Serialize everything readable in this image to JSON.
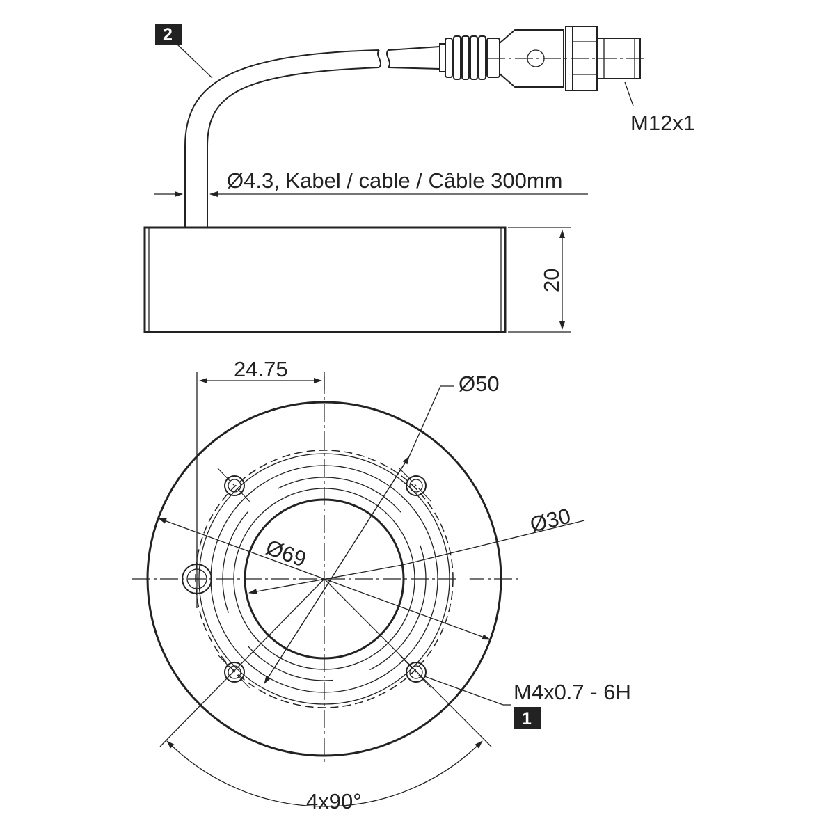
{
  "labels": {
    "connector": "M12x1",
    "cable": "Ø4.3, Kabel / cable / Câble 300mm",
    "height": "20",
    "offset": "24.75",
    "bolt_circle": "Ø50",
    "inner_diameter": "Ø30",
    "outer_diameter": "Ø69",
    "thread": "M4x0.7 - 6H",
    "angle": "4x90°"
  },
  "badges": {
    "cable_marker": "2",
    "thread_marker": "1"
  },
  "colors": {
    "line": "#222222",
    "badge": "#222222"
  }
}
